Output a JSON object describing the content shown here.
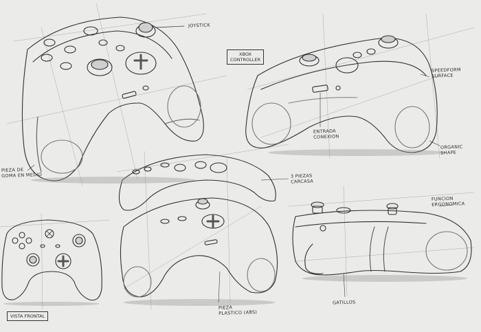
{
  "labels": {
    "joystick": "JOYSTICK",
    "xbox_controller": "XBOX\nCONTROLLER",
    "speedform_surface": "SPEEDFORM\nSURFACE",
    "entrada_conexion": "ENTRADA\nCONEXION",
    "organic_shape": "ORGANIC\nSHAPE",
    "pieza_de": "PIEZA DE\nGOMA EN MEDIO",
    "tres_piezas": "3 PIEZAS\nCARCASA",
    "funcion_ergonomica": "FUNCION\nERGONOMICA",
    "vista_frontal": "VISTA FRONTAL",
    "pieza_plastico": "PIEZA\nPLASTICO (ABS)",
    "gatillos": "GATILLOS"
  },
  "colors": {
    "paper": "#ebebea",
    "pencil": "#2e2e2e",
    "construction": "#8c8c8c",
    "shade": "#b8b8b8"
  }
}
